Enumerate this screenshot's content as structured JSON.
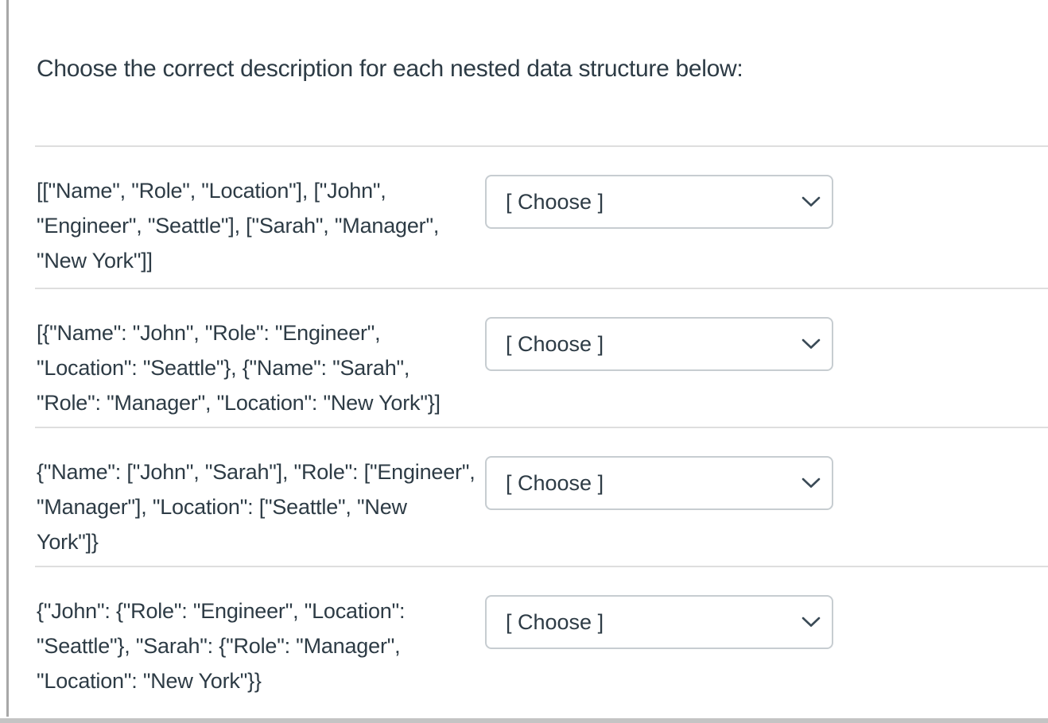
{
  "question": {
    "prompt": "Choose the correct description for each nested data structure below:"
  },
  "rows": [
    {
      "structure": "[[\"Name\", \"Role\", \"Location\"], [\"John\",\n\"Engineer\", \"Seattle\"], [\"Sarah\", \"Manager\",\n\"New York\"]]",
      "choose_label": "[ Choose ]"
    },
    {
      "structure": "[{\"Name\": \"John\", \"Role\": \"Engineer\",\n\"Location\": \"Seattle\"}, {\"Name\": \"Sarah\",\n\"Role\": \"Manager\", \"Location\": \"New York\"}]",
      "choose_label": "[ Choose ]"
    },
    {
      "structure": "{\"Name\": [\"John\", \"Sarah\"], \"Role\": [\"Engineer\",\n\"Manager\"], \"Location\": [\"Seattle\", \"New\nYork\"]}",
      "choose_label": "[ Choose ]"
    },
    {
      "structure": "{\"John\": {\"Role\": \"Engineer\", \"Location\":\n\"Seattle\"}, \"Sarah\": {\"Role\": \"Manager\",\n\"Location\": \"New York\"}}",
      "choose_label": "[ Choose ]"
    }
  ],
  "icons": {
    "dropdown_chevron": "chevron-down-icon"
  },
  "colors": {
    "text": "#2D3B45",
    "dropdown_border": "#C7CDD1",
    "divider": "#DEDEDE",
    "left_rule": "#A8A8A8",
    "bottom_bar": "#C4C4C4"
  }
}
